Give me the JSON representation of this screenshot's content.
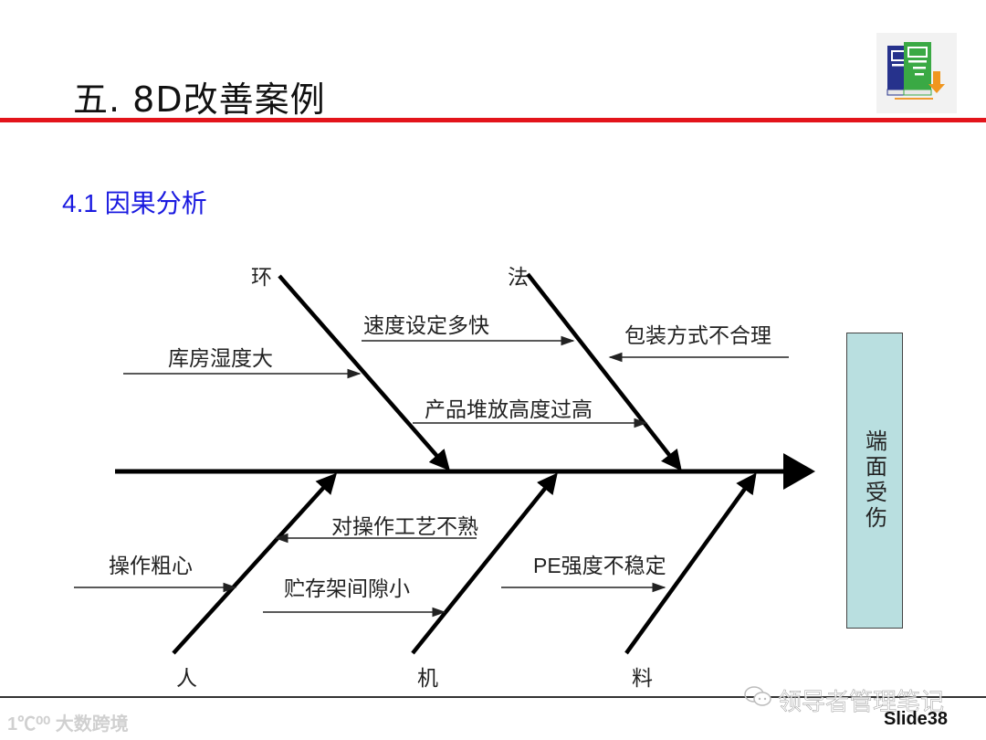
{
  "slide": {
    "title": "五. 8D改善案例",
    "section_heading": "4.1 因果分析",
    "slide_number": "Slide38",
    "accent_color": "#e3141b",
    "heading_color": "#1a1ae0"
  },
  "diagram": {
    "type": "fishbone",
    "effect": "端面受伤",
    "effect_box_color": "#b9dfe0",
    "categories": {
      "environment": "环",
      "method": "法",
      "man": "人",
      "machine": "机",
      "material": "料"
    },
    "causes": {
      "environment": [
        "库房湿度大"
      ],
      "method": [
        "速度设定多快",
        "产品堆放高度过高",
        "包装方式不合理"
      ],
      "man": [
        "操作粗心",
        "对操作工艺不熟"
      ],
      "machine": [
        "贮存架间隙小"
      ],
      "material": [
        "PE强度不稳定"
      ]
    }
  },
  "watermarks": {
    "left": "1℃⁰⁰ 大数跨境",
    "right": "领导者管理笔记"
  },
  "icons": {
    "logo": "books-download-icon",
    "wechat": "wechat-icon"
  }
}
